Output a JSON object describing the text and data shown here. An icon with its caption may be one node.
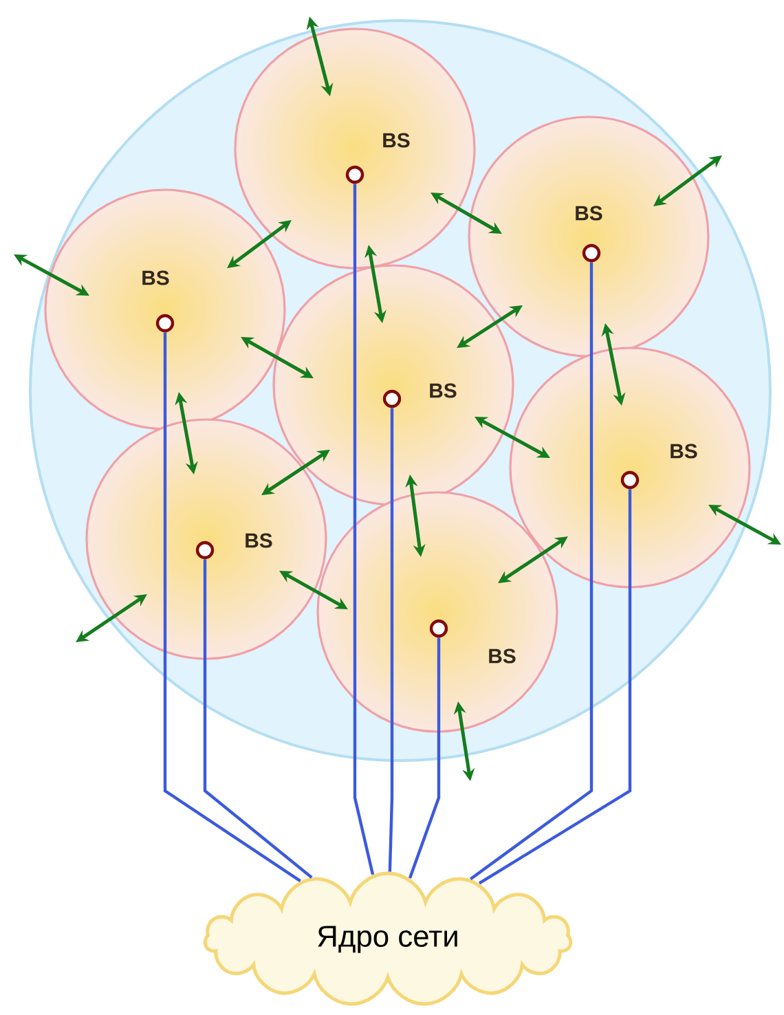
{
  "diagram": {
    "nodes": [
      {
        "text": [],
        "shape": "circle",
        "beside": [
          "BS"
        ]
      },
      {
        "text": [],
        "shape": "circle",
        "beside": [
          "BS"
        ]
      },
      {
        "text": [],
        "shape": "circle",
        "beside": [
          "BS"
        ]
      },
      {
        "text": [],
        "shape": "circle",
        "beside": [
          "BS"
        ]
      },
      {
        "text": [],
        "shape": "circle",
        "beside": [
          "BS"
        ]
      },
      {
        "text": [],
        "shape": "circle",
        "beside": [
          "BS"
        ]
      },
      {
        "text": [],
        "shape": "circle",
        "beside": [
          "BS"
        ]
      },
      {
        "text": [
          "Ядро сети"
        ]
      }
    ],
    "edges": [
      {
        "from": 0,
        "to": 7,
        "arrow": "none"
      },
      {
        "from": 1,
        "to": 7,
        "arrow": "none"
      },
      {
        "from": 2,
        "to": 7,
        "arrow": "none"
      },
      {
        "from": 3,
        "to": 7,
        "arrow": "none"
      },
      {
        "from": 4,
        "to": 7,
        "arrow": "none"
      },
      {
        "from": 5,
        "to": 7,
        "arrow": "none"
      },
      {
        "from": 6,
        "to": 7,
        "arrow": "none"
      }
    ]
  }
}
